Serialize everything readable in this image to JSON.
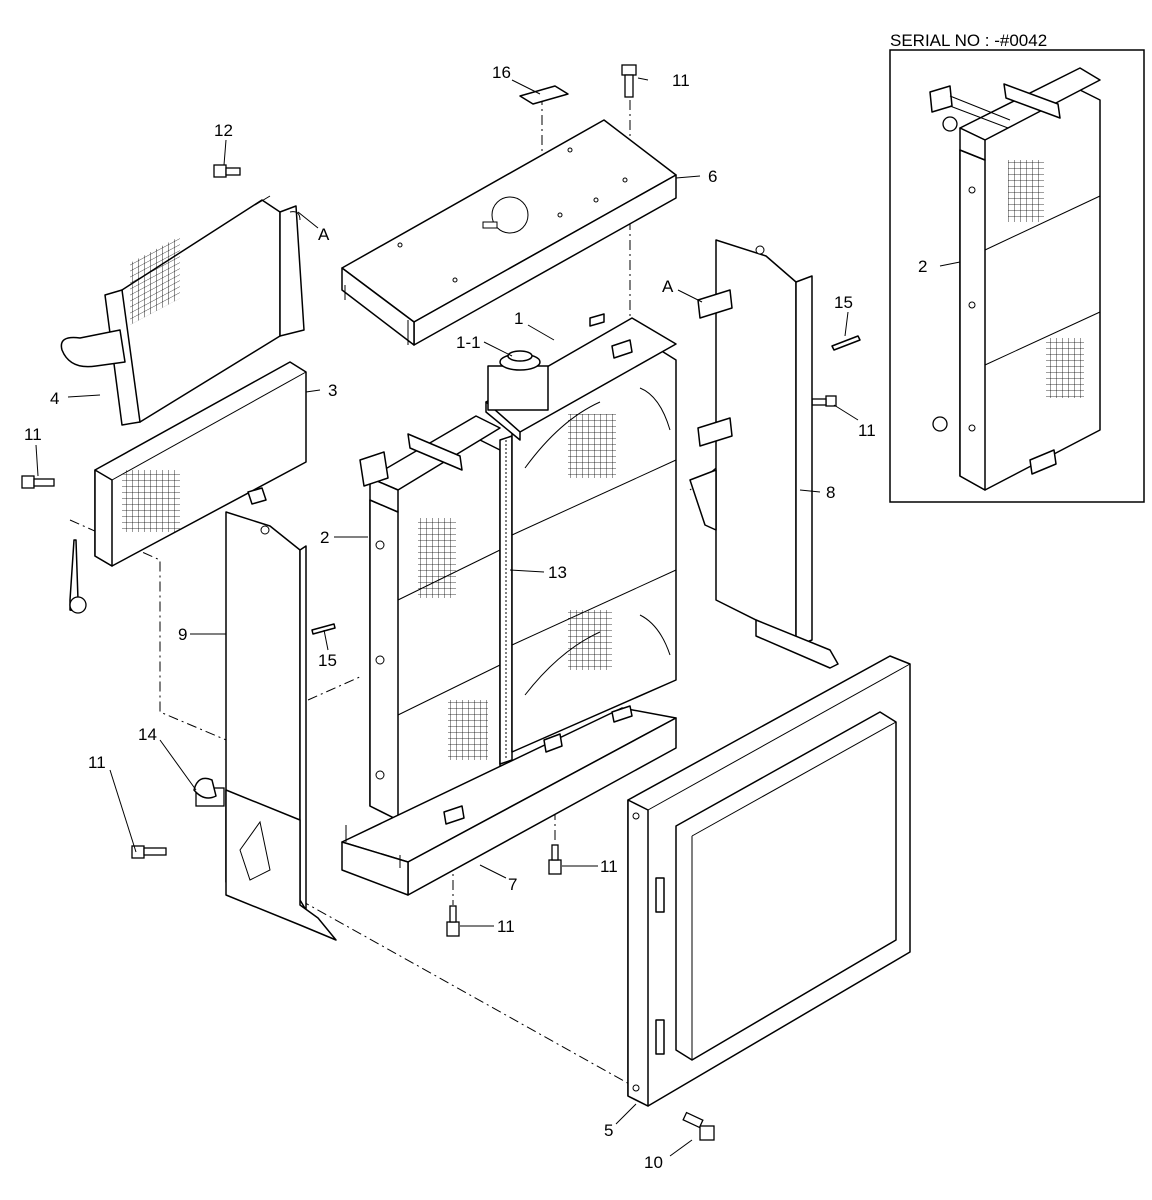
{
  "inset": {
    "title": "SERIAL NO : -#0042",
    "part_label": "2"
  },
  "callouts": {
    "part_16": "16",
    "part_11_top": "11",
    "part_12": "12",
    "ref_a_left": "A",
    "part_6": "6",
    "part_1": "1",
    "part_1_1": "1-1",
    "ref_a_right": "A",
    "part_15_right": "15",
    "part_4": "4",
    "part_3": "3",
    "part_11_left": "11",
    "part_11_right": "11",
    "part_8": "8",
    "part_2": "2",
    "part_13": "13",
    "part_9": "9",
    "part_15_left": "15",
    "part_14": "14",
    "part_11_bracket": "11",
    "part_11_mid": "11",
    "part_7": "7",
    "part_11_bottom": "11",
    "part_5": "5",
    "part_10": "10"
  }
}
